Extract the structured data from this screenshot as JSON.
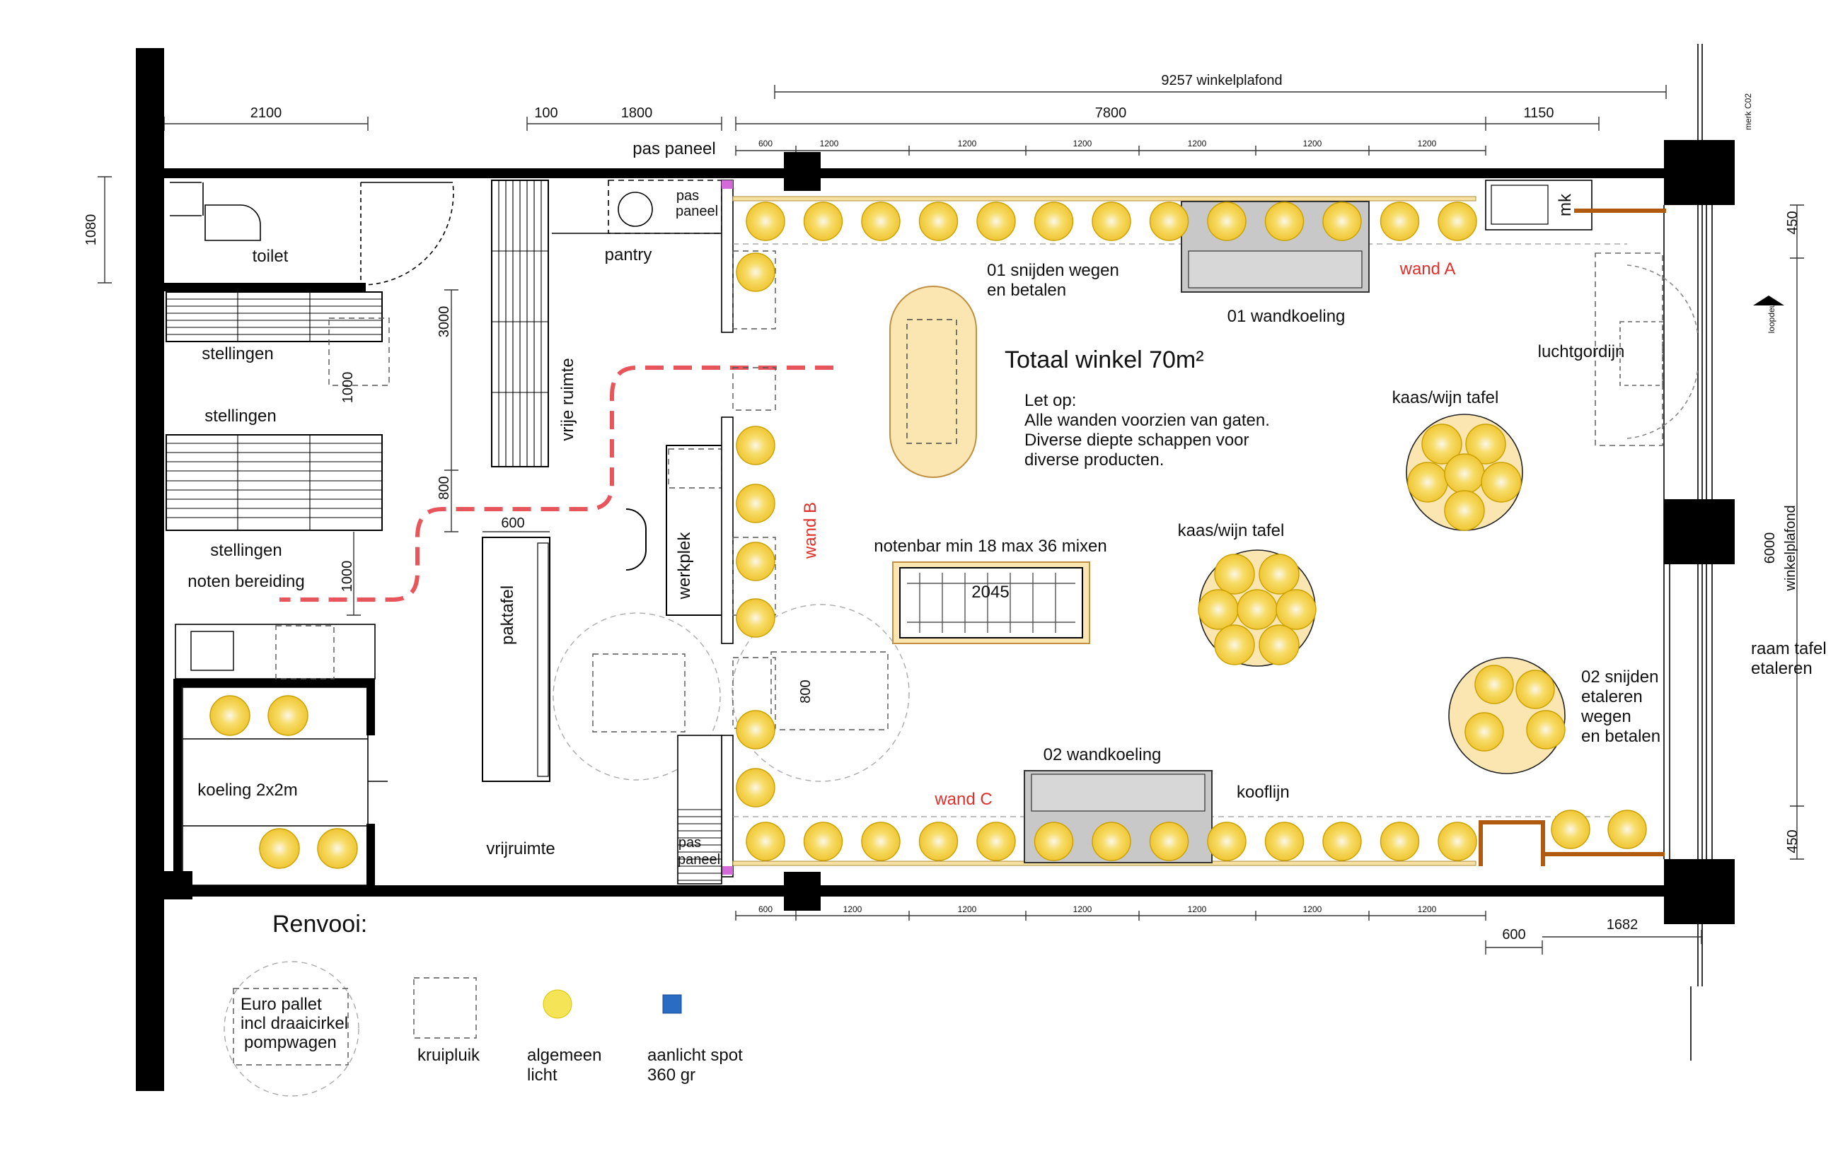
{
  "dimensions": {
    "d2100": "2100",
    "d100": "100",
    "d1800": "1800",
    "d9257": "9257 winkelplafond",
    "d7800": "7800",
    "d1150": "1150",
    "d600_top": "600",
    "d1200": "1200",
    "d1080": "1080",
    "d3000": "3000",
    "d1000_a": "1000",
    "d800_v": "800",
    "d1000_b": "1000",
    "d600_mid": "600",
    "d800_box": "800",
    "d2045": "2045",
    "d450_top": "450",
    "d6000": "6000",
    "d6000_label": "winkelplafond",
    "d450_bot": "450",
    "d600_bot": "600",
    "d1682": "1682",
    "merk": "merk C02",
    "loopdeur": "loopdeur"
  },
  "labels": {
    "pas_paneel_top": "pas paneel",
    "pas_paneel_a": "pas",
    "pas_paneel_b": "paneel",
    "pas_paneel_c": "pas",
    "pas_paneel_d": "paneel",
    "toilet": "toilet",
    "pantry": "pantry",
    "stellingen_1": "stellingen",
    "stellingen_2": "stellingen",
    "stellingen_3": "stellingen",
    "noten_bereiding": "noten bereiding",
    "vrije_ruimte": "vrije ruimte",
    "werkplek": "werkplek",
    "paktafel": "paktafel",
    "koeling": "koeling 2x2m",
    "vrijruimte": "vrijruimte",
    "wand_a": "wand A",
    "wand_b": "wand B",
    "wand_c": "wand C",
    "snijden_01_a": "01 snijden wegen",
    "snijden_01_b": "en betalen",
    "wandkoeling_01": "01 wandkoeling",
    "wandkoeling_02": "02 wandkoeling",
    "totaal": "Totaal winkel 70m²",
    "note_1": "Let op:",
    "note_2": "Alle wanden voorzien van gaten.",
    "note_3": "Diverse diepte schappen voor",
    "note_4": "diverse producten.",
    "kaas_wijn_1": "kaas/wijn tafel",
    "kaas_wijn_2": "kaas/wijn tafel",
    "notenbar": "notenbar min 18 max 36 mixen",
    "luchtgordijn": "luchtgordijn",
    "mk": "mk",
    "raam_1": "raam tafel",
    "raam_2": "etaleren",
    "snijden_02_a": "02 snijden",
    "snijden_02_b": "etaleren",
    "snijden_02_c": "wegen",
    "snijden_02_d": "en betalen",
    "kooflijn": "kooflijn"
  },
  "legend": {
    "title": "Renvooi:",
    "pallet_1": "Euro pallet",
    "pallet_2": "incl draaicirkel",
    "pallet_3": "pompwagen",
    "kruipluik": "kruipluik",
    "licht_1": "algemeen",
    "licht_2": "licht",
    "spot_1": "aanlicht spot",
    "spot_2": "360 gr"
  },
  "colors": {
    "wall": "#000000",
    "light": "#f5d547",
    "light_edge": "#d8a800",
    "table_fill": "#fbe5b0",
    "red_path": "#e8555a",
    "annotation_red": "#e0302a",
    "cooler": "#c8c8c8",
    "spot": "#2a6cc4"
  },
  "icons": {
    "light": "yellow-circle-light-icon",
    "spot": "blue-square-spot-icon",
    "door_arrow": "black-triangle-arrow-icon"
  }
}
